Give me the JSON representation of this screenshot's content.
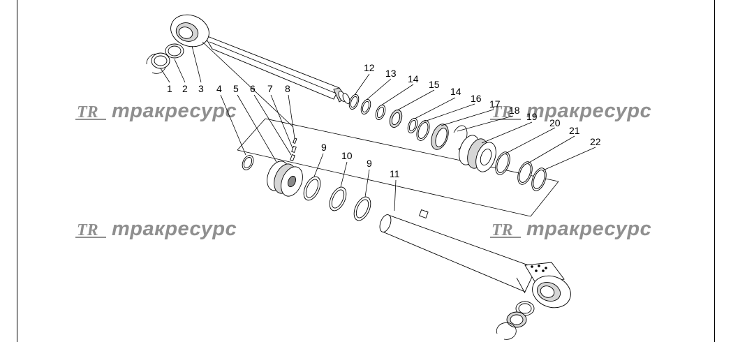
{
  "watermark": {
    "logo": "TR",
    "text": "тракресурс"
  },
  "labels": [
    {
      "id": "l1",
      "text": "1"
    },
    {
      "id": "l2",
      "text": "2"
    },
    {
      "id": "l3",
      "text": "3"
    },
    {
      "id": "l4",
      "text": "4"
    },
    {
      "id": "l5",
      "text": "5"
    },
    {
      "id": "l6",
      "text": "6"
    },
    {
      "id": "l7",
      "text": "7"
    },
    {
      "id": "l8",
      "text": "8"
    },
    {
      "id": "l9a",
      "text": "9"
    },
    {
      "id": "l10",
      "text": "10"
    },
    {
      "id": "l9b",
      "text": "9"
    },
    {
      "id": "l11",
      "text": "11"
    },
    {
      "id": "l12",
      "text": "12"
    },
    {
      "id": "l13",
      "text": "13"
    },
    {
      "id": "l14a",
      "text": "14"
    },
    {
      "id": "l15",
      "text": "15"
    },
    {
      "id": "l14b",
      "text": "14"
    },
    {
      "id": "l16",
      "text": "16"
    },
    {
      "id": "l17",
      "text": "17"
    },
    {
      "id": "l18",
      "text": "18"
    },
    {
      "id": "l19",
      "text": "19"
    },
    {
      "id": "l20",
      "text": "20"
    },
    {
      "id": "l21",
      "text": "21"
    },
    {
      "id": "l22",
      "text": "22"
    }
  ]
}
